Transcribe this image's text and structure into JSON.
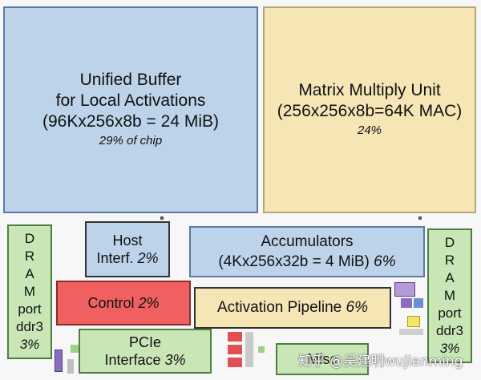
{
  "diagram": {
    "unified_buffer": {
      "line1": "Unified Buffer",
      "line2": "for Local Activations",
      "line3": "(96Kx256x8b = 24 MiB)",
      "pct": "29% of chip"
    },
    "matrix_unit": {
      "line1": "Matrix Multiply Unit",
      "line2": "(256x256x8b=64K MAC)",
      "pct": "24%"
    },
    "dram_left": {
      "letters": [
        "D",
        "R",
        "A",
        "M"
      ],
      "line5": "port",
      "line6": "ddr3",
      "pct": "3%"
    },
    "dram_right": {
      "letters": [
        "D",
        "R",
        "A",
        "M"
      ],
      "line5": "port",
      "line6": "ddr3",
      "pct": "3%"
    },
    "host": {
      "line1": "Host",
      "line2": "Interf.",
      "pct": "2%"
    },
    "accumulators": {
      "line1": "Accumulators",
      "line2": "(4Kx256x32b = 4 MiB)",
      "pct": "6%"
    },
    "control": {
      "label": "Control",
      "pct": "2%"
    },
    "activation_pipeline": {
      "label": "Activation Pipeline",
      "pct": "6%"
    },
    "pcie": {
      "line1": "PCIe",
      "line2": "Interface",
      "pct": "3%"
    },
    "misc": {
      "label": "Misc"
    },
    "watermark": "知乎 @吴建明wujianming",
    "colors": {
      "blue": "#bcd3ea",
      "yellow": "#f6e6b6",
      "green": "#c9e6b6",
      "red": "#f06060"
    }
  }
}
